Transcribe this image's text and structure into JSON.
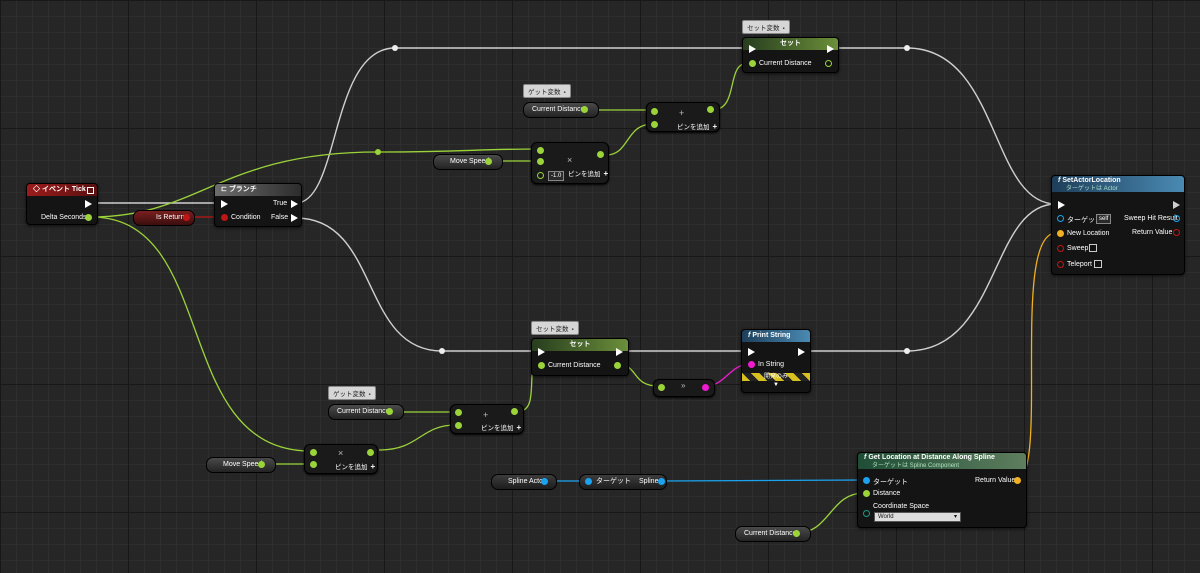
{
  "graph": {
    "event_tick": {
      "title": "イベント Tick",
      "delta_seconds": "Delta Seconds"
    },
    "branch": {
      "title": "ブランチ",
      "true_label": "True",
      "false_label": "False",
      "condition": "Condition"
    },
    "is_return": {
      "label": "Is Return"
    },
    "set_top": {
      "tag": "セット変数",
      "title": "セット",
      "var": "Current Distance"
    },
    "get_top": {
      "tag": "ゲット変数",
      "label": "Current Distance"
    },
    "add_top": {
      "add_pin": "ピンを追加"
    },
    "multiply_top": {
      "input_label": "Move Speed",
      "const": "-1.0",
      "add_pin": "ピンを追加"
    },
    "set_bottom": {
      "tag": "セット変数",
      "title": "セット",
      "var": "Current Distance"
    },
    "print_string": {
      "title": "Print String",
      "in_string": "In String",
      "dev_only": "開発のみ"
    },
    "to_string": {
      "symbol": "»"
    },
    "get_bottom": {
      "tag": "ゲット変数",
      "label": "Current Distance"
    },
    "add_bottom": {
      "add_pin": "ピンを追加"
    },
    "multiply_bottom": {
      "input_label": "Move Speed",
      "add_pin": "ピンを追加"
    },
    "set_actor_location": {
      "title": "SetActorLocation",
      "subtitle": "ターゲットは Actor",
      "target": "ターゲット",
      "self": "self",
      "new_location": "New Location",
      "sweep": "Sweep",
      "teleport": "Teleport",
      "sweep_hit": "Sweep Hit Result",
      "return_value": "Return Value"
    },
    "get_location_spline": {
      "title": "Get Location at Distance Along Spline",
      "subtitle": "ターゲットは Spline Component",
      "target": "ターゲット",
      "distance": "Distance",
      "coord_space": "Coordinate Space",
      "coord_value": "World",
      "return_value": "Return Value"
    },
    "spline_actor": {
      "label": "Spline Actor"
    },
    "spline_getter": {
      "target": "ターゲット",
      "out": "Spline"
    },
    "current_distance_bottom": {
      "label": "Current Distance"
    }
  },
  "colors": {
    "exec": "#ffffff",
    "float": "#9bd33a",
    "object": "#1ba3f0",
    "string": "#f01bd1",
    "bool": "#c01515",
    "vector": "#f0b020"
  },
  "icons": [
    "event-icon",
    "branch-icon",
    "function-icon",
    "multiply-icon",
    "add-icon",
    "exec-pin-icon",
    "dropdown-arrow-icon"
  ]
}
